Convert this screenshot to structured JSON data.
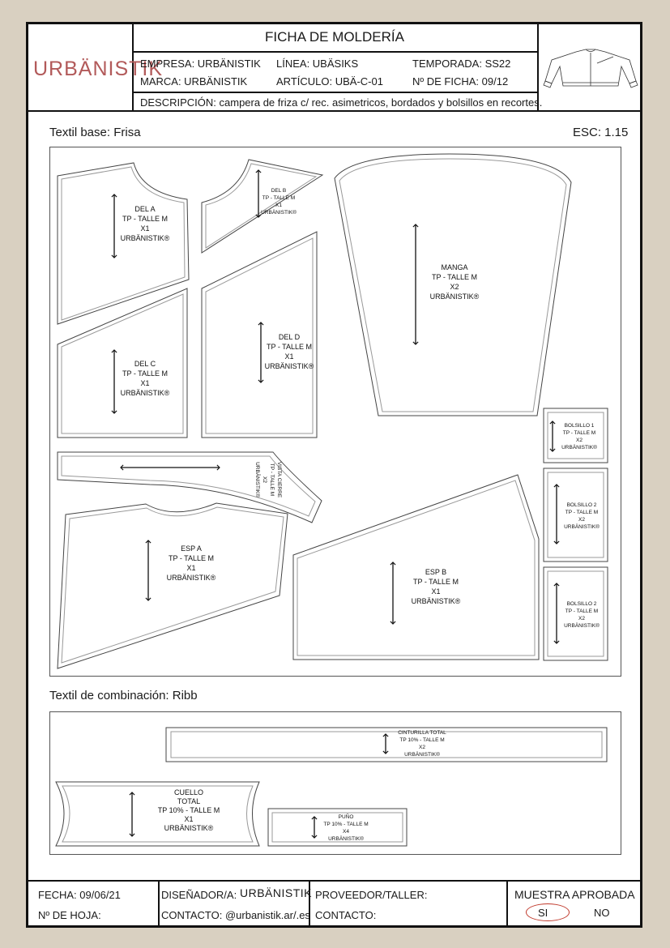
{
  "header": {
    "logo": "URBÄNISTIK",
    "title": "FICHA DE MOLDERÍA",
    "empresa": "EMPRESA: URBÄNISTIK",
    "linea": "LÍNEA: UBÄSIKS",
    "temporada": "TEMPORADA: SS22",
    "marca": "MARCA: URBÄNISTIK",
    "articulo": "ARTÍCULO: UBÄ-C-01",
    "ficha": "Nº DE FICHA: 09/12",
    "descripcion": "DESCRIPCIÓN: campera de friza c/ rec. asimetricos, bordados y bolsillos en recortes.",
    "garment_icon": "jacket-sketch"
  },
  "section1": {
    "label": "Textil base: Frisa",
    "scale": "ESC: 1.15",
    "pieces": {
      "del_a": [
        "DEL A",
        "TP - TALLE M",
        "X1",
        "URBÄNISTIK®"
      ],
      "del_b": [
        "DEL B",
        "TP - TALLE M",
        "X1",
        "URBÄNISTIK®"
      ],
      "del_c": [
        "DEL C",
        "TP - TALLE M",
        "X1",
        "URBÄNISTIK®"
      ],
      "del_d": [
        "DEL D",
        "TP - TALLE M",
        "X1",
        "URBÄNISTIK®"
      ],
      "manga": [
        "MANGA",
        "TP - TALLE M",
        "X2",
        "URBÄNISTIK®"
      ],
      "bolsillo1": [
        "BOLSILLO 1",
        "TP - TALLE M",
        "X2",
        "URBÄNISTIK®"
      ],
      "bolsillo2a": [
        "BOLSILLO 2",
        "TP - TALLE M",
        "X2",
        "URBÄNISTIK®"
      ],
      "bolsillo2b": [
        "BOLSILLO 2",
        "TP - TALLE M",
        "X2",
        "URBÄNISTIK®"
      ],
      "vista": [
        "VISTA CIERRE",
        "TP - TALLE M",
        "X2",
        "URBÄNISTIK®"
      ],
      "esp_a": [
        "ESP A",
        "TP - TALLE M",
        "X1",
        "URBÄNISTIK®"
      ],
      "esp_b": [
        "ESP B",
        "TP - TALLE M",
        "X1",
        "URBÄNISTIK®"
      ]
    }
  },
  "section2": {
    "label": "Textil de combinación: Ribb",
    "pieces": {
      "cinturilla": [
        "CINTURILLA TOTAL",
        "TP 10% - TALLE M",
        "X2",
        "URBÄNISTIK®"
      ],
      "cuello": [
        "CUELLO",
        "TOTAL",
        "TP 10% - TALLE M",
        "X1",
        "URBÄNISTIK®"
      ],
      "puno": [
        "PUÑO",
        "TP 10% - TALLE M",
        "X4",
        "URBÄNISTIK®"
      ]
    }
  },
  "footer": {
    "fecha": "FECHA: 09/06/21",
    "hoja": "Nº DE HOJA:",
    "disenador": "DISEÑADOR/A:",
    "disenador_logo": "URBÄNISTIK",
    "contacto1": "CONTACTO:  @urbanistik.ar/.es",
    "proveedor": "PROVEEDOR/TALLER:",
    "contacto2": "CONTACTO:",
    "muestra": "MUESTRA APROBADA",
    "si": "SI",
    "no": "NO"
  }
}
